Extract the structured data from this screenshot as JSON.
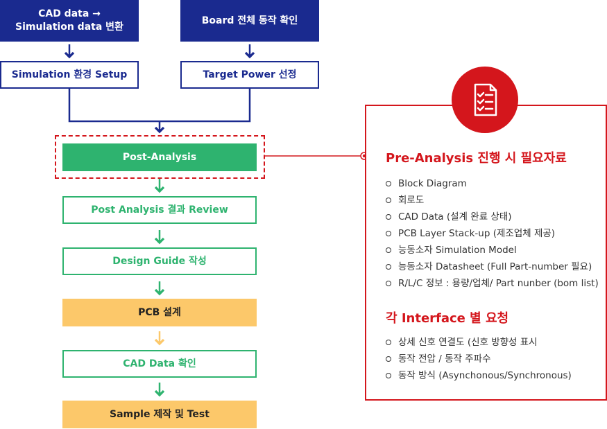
{
  "flow": {
    "cad_convert_line1": "CAD data →",
    "cad_convert_line2": "Simulation data 변환",
    "board_check": "Board 전체 동작 확인",
    "sim_setup": "Simulation 환경  Setup",
    "target_power": "Target Power 선정",
    "post_analysis": "Post-Analysis",
    "post_review": "Post Analysis 결과 Review",
    "design_guide": "Design Guide 작성",
    "pcb_design": "PCB 설계",
    "cad_check": "CAD Data 확인",
    "sample_test": "Sample 제작 및 Test"
  },
  "panel": {
    "icon": "checklist-document-icon",
    "title1": "Pre-Analysis 진행 시 필요자료",
    "items1": [
      "Block Diagram",
      "회로도",
      "CAD Data (설계 완료 상태)",
      "PCB Layer Stack-up (제조업체 제공)",
      "능동소자 Simulation Model",
      "능동소자 Datasheet (Full Part-number 필요)",
      "R/L/C 정보 : 용량/업체/ Part nunber (bom list)"
    ],
    "title2": "각 Interface 별 요청",
    "items2": [
      "상세 신호 연결도 (신호 방향성 표시",
      "동작 전압 / 동작 주파수",
      "동작 방식 (Asynchonous/Synchronous)"
    ]
  },
  "colors": {
    "navy": "#1a2a8f",
    "green": "#2eb36f",
    "orange": "#fcc86a",
    "red": "#d4161c"
  }
}
